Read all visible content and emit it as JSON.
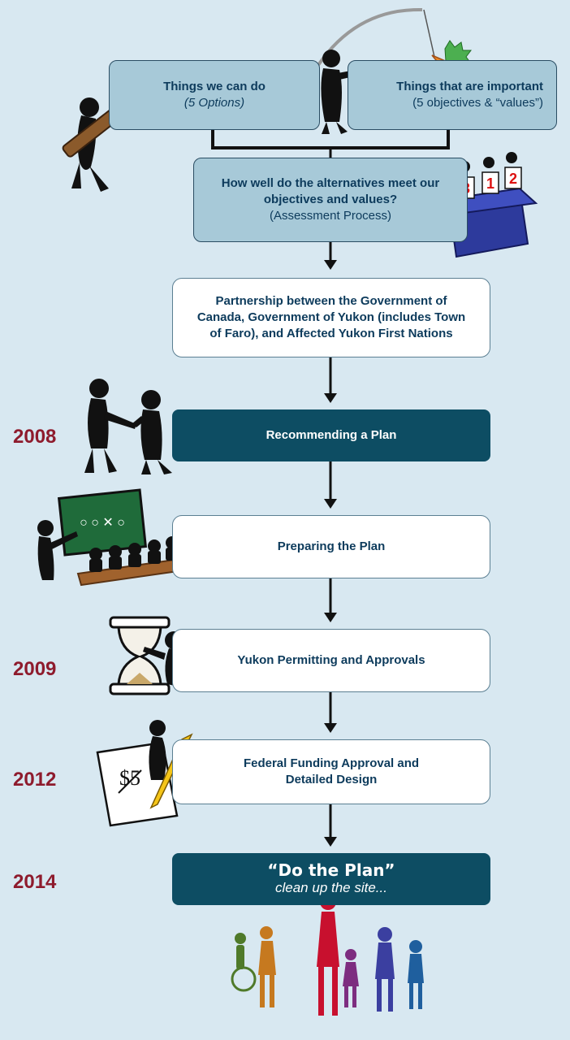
{
  "colors": {
    "background": "#d8e8f1",
    "light_box": "#a7c9d8",
    "dark_box": "#0d4d63",
    "text": "#0d3b5c",
    "year": "#8e1b2d",
    "arrow": "#111111"
  },
  "top_left": {
    "title": "Things we can do",
    "subtitle": "(5 Options)"
  },
  "top_right": {
    "title": "Things that are important",
    "subtitle": "(5 objectives & “values”)"
  },
  "assessment": {
    "line1": "How well do the alternatives meet our",
    "line2": "objectives and values?",
    "line3": "(Assessment Process)"
  },
  "partnership": {
    "line1": "Partnership between the Government of",
    "line2": "Canada, Government of Yukon (includes Town",
    "line3": "of Faro), and Affected Yukon First Nations"
  },
  "steps": [
    {
      "label": "Recommending a Plan",
      "year": "2008"
    },
    {
      "label": "Preparing the Plan",
      "year": ""
    },
    {
      "label": "Yukon Permitting and Approvals",
      "year": "2009"
    },
    {
      "label": "Federal Funding Approval and",
      "label2": "Detailed Design",
      "year": "2012"
    }
  ],
  "final": {
    "title": "“Do the Plan”",
    "subtitle": "clean up the site...",
    "year": "2014"
  },
  "illustrations": [
    "hammer-figure-icon",
    "carrot-figure-icon",
    "judges-table-icon",
    "handshake-icon",
    "chalkboard-class-icon",
    "hourglass-icon",
    "signing-figure-icon",
    "community-figures-icon"
  ],
  "scorecards": [
    "3",
    "1",
    "2"
  ],
  "board_marks": "○ ○ ✕ ○"
}
